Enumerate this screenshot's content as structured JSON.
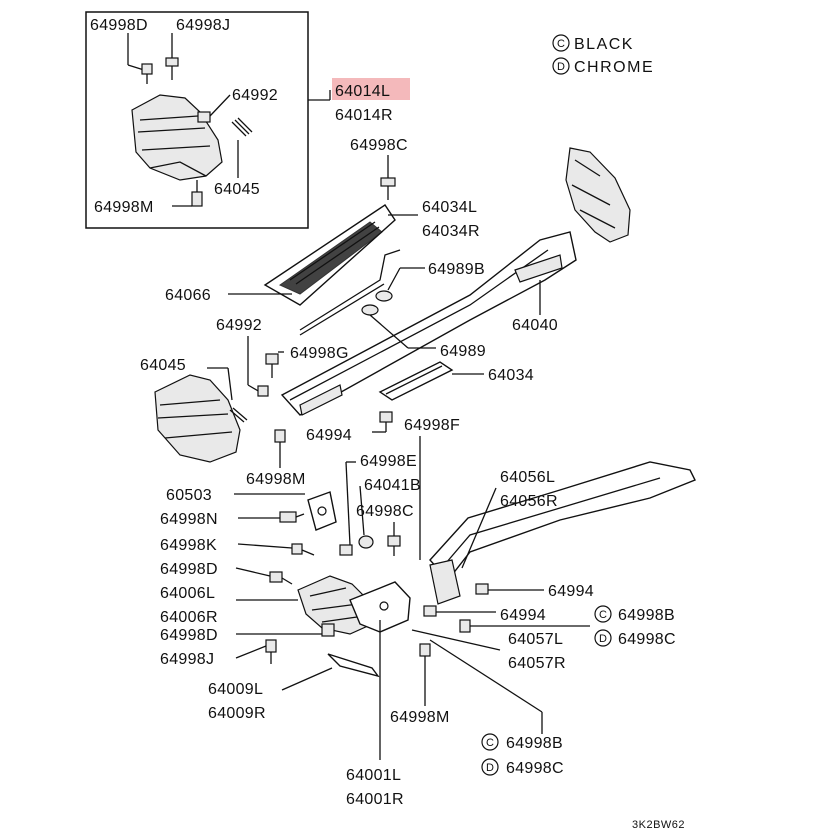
{
  "legend": [
    {
      "code": "C",
      "text": "BLACK"
    },
    {
      "code": "D",
      "text": "CHROME"
    }
  ],
  "highlight_color": "#f4b9bb",
  "part_labels": {
    "p64998D_top": "64998D",
    "p64998J_top": "64998J",
    "p64992_top": "64992",
    "p64045_top": "64045",
    "p64998M_top": "64998M",
    "p64014L": "64014L",
    "p64014R": "64014R",
    "p64998C_top": "64998C",
    "p64034L": "64034L",
    "p64034R": "64034R",
    "p64066": "64066",
    "p64989B": "64989B",
    "p64040": "64040",
    "p64992_mid": "64992",
    "p64998G": "64998G",
    "p64989": "64989",
    "p64045_mid": "64045",
    "p64034": "64034",
    "p64994_mid": "64994",
    "p64998F": "64998F",
    "p64998M_mid": "64998M",
    "p64998E": "64998E",
    "p60503": "60503",
    "p64041B": "64041B",
    "p64998N": "64998N",
    "p64998C_mid": "64998C",
    "p64056L": "64056L",
    "p64056R": "64056R",
    "p64998K": "64998K",
    "p64998D_a": "64998D",
    "p64006L": "64006L",
    "p64006R": "64006R",
    "p64998D_b": "64998D",
    "p64998J_b": "64998J",
    "p64994_r1": "64994",
    "p64994_r2": "64994",
    "p64998B_r": "64998B",
    "p64998C_r": "64998C",
    "p64057L": "64057L",
    "p64057R": "64057R",
    "p64009L": "64009L",
    "p64009R": "64009R",
    "p64998M_bot": "64998M",
    "p64998B_bot": "64998B",
    "p64998C_bot": "64998C",
    "p64001L": "64001L",
    "p64001R": "64001R"
  },
  "circle_codes": {
    "r_b": "C",
    "r_c": "D",
    "bot_b": "C",
    "bot_c": "D"
  },
  "figure_code": "3K2BW62"
}
